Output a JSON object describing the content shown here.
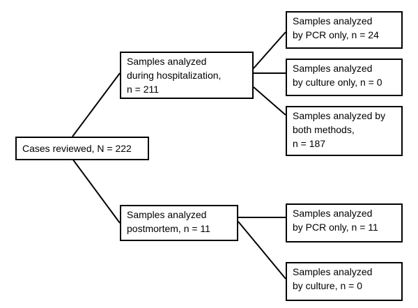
{
  "root": {
    "lines": [
      "Cases reviewed, N = 222"
    ]
  },
  "branches": [
    {
      "lines": [
        "Samples analyzed",
        "during hospitalization,",
        "n = 211"
      ],
      "children": [
        {
          "lines": [
            "Samples analyzed",
            "by PCR only, n = 24"
          ]
        },
        {
          "lines": [
            "Samples analyzed",
            "by culture only, n = 0"
          ]
        },
        {
          "lines": [
            "Samples analyzed by",
            "both methods,",
            "n = 187"
          ]
        }
      ]
    },
    {
      "lines": [
        "Samples analyzed",
        "postmortem, n = 11"
      ],
      "children": [
        {
          "lines": [
            "Samples analyzed",
            "by  PCR only, n = 11"
          ]
        },
        {
          "lines": [
            "Samples analyzed",
            "by culture, n = 0"
          ]
        }
      ]
    }
  ]
}
